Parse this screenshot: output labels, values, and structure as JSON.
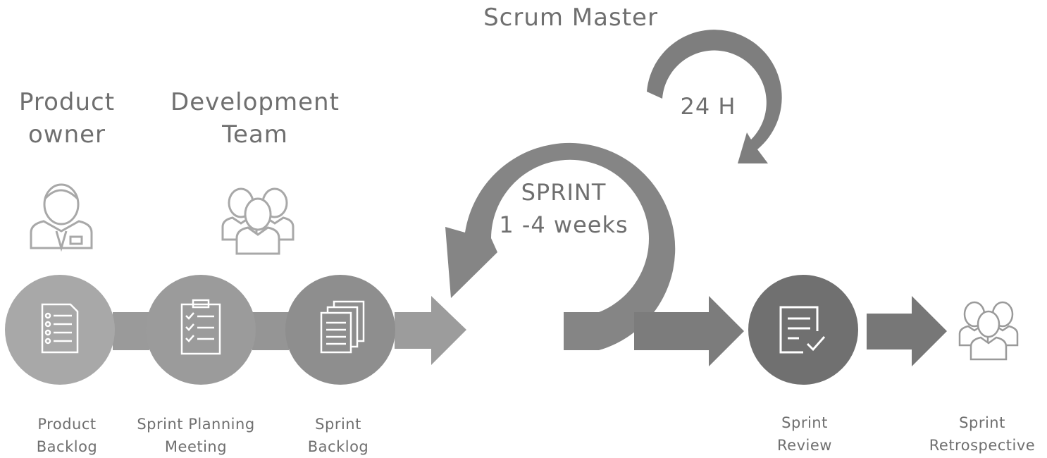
{
  "roles": {
    "scrum_master": "Scrum Master",
    "product_owner": [
      "Product",
      "owner"
    ],
    "development_team": [
      "Development",
      "Team"
    ]
  },
  "sprint": {
    "title": "SPRINT",
    "duration": "1 -4 weeks",
    "daily": "24 H"
  },
  "steps": [
    {
      "label": [
        "Product",
        "Backlog"
      ],
      "icon": "document-list-icon"
    },
    {
      "label": [
        "Sprint Planning",
        "Meeting"
      ],
      "icon": "clipboard-checklist-icon"
    },
    {
      "label": [
        "Sprint",
        "Backlog"
      ],
      "icon": "stacked-documents-icon"
    },
    {
      "label": [
        "Sprint",
        "Review"
      ],
      "icon": "document-check-icon"
    },
    {
      "label": [
        "Sprint",
        "Retrospective"
      ],
      "icon": "team-icon"
    }
  ],
  "colors": {
    "light_gray": "#a9a9a9",
    "mid_gray": "#8f8f8f",
    "dark_gray": "#707070",
    "text_gray": "#6f6f6f",
    "icon_white": "#ffffff"
  }
}
